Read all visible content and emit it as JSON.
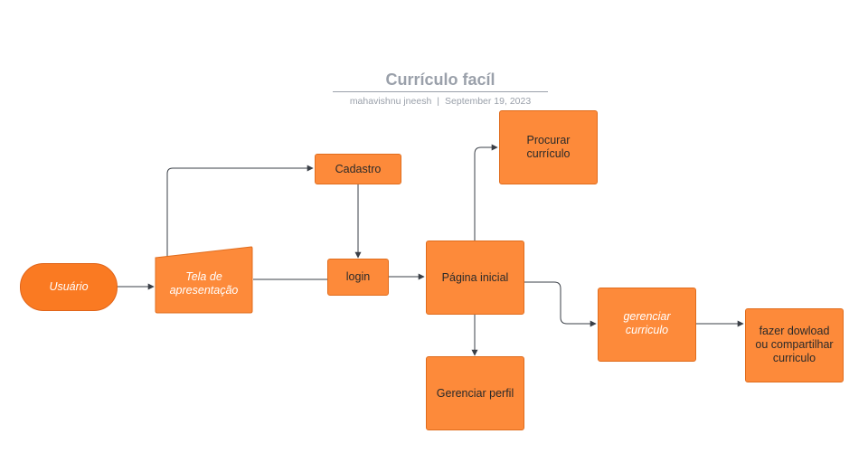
{
  "header": {
    "title": "Currículo facíl",
    "author": "mahavishnu jneesh",
    "separator": "|",
    "date": "September 19, 2023"
  },
  "nodes": {
    "usuario": "Usuário",
    "tela_apresentacao": "Tela de apresentação",
    "cadastro": "Cadastro",
    "login": "login",
    "pagina_inicial": "Página inicial",
    "procurar_curriculo": "Procurar currículo",
    "gerenciar_perfil": "Gerenciar perfil",
    "gerenciar_curriculo": "gerenciar curriculo",
    "fazer_download": "fazer dowload ou compartilhar curriculo"
  },
  "colors": {
    "node_fill": "#fd8a3a",
    "terminator_fill": "#fa7a22",
    "edge": "#3a3f47",
    "title": "#9aa0aa"
  }
}
